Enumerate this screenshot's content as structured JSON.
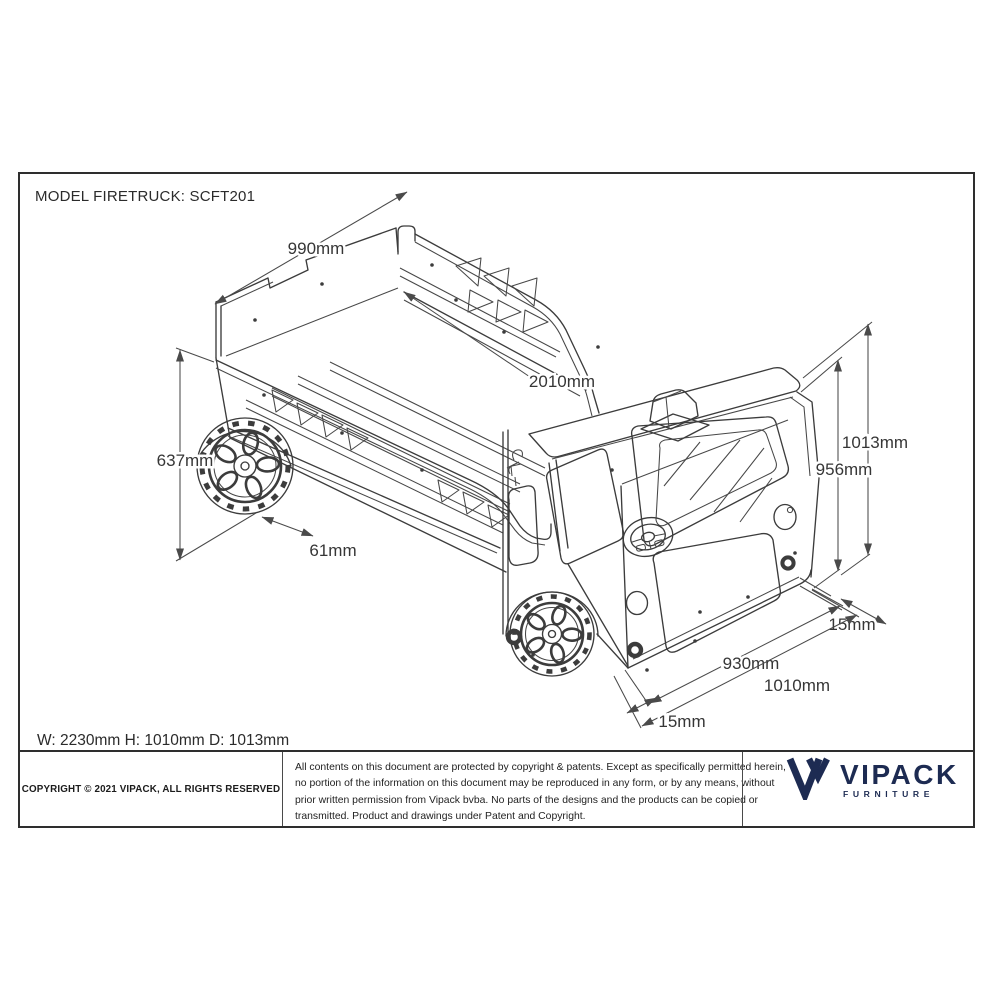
{
  "sheet": {
    "title": "MODEL FIRETRUCK: SCFT201",
    "overall_dimensions": "W: 2230mm H: 1010mm D: 1013mm"
  },
  "drawing": {
    "subject": "firetruck-bed-isometric-technical-drawing",
    "dims": {
      "top_width": "990mm",
      "bed_length": "2010mm",
      "side_height": "637mm",
      "wheel_protrusion": "61mm",
      "total_height": "1013mm",
      "cab_height": "956mm",
      "gap_top": "15mm",
      "front_inner_width": "930mm",
      "front_outer_width": "1010mm",
      "gap_bottom": "15mm"
    }
  },
  "footer": {
    "copyright": "COPYRIGHT  © 2021 VIPACK, ALL RIGHTS RESERVED",
    "legal": {
      "line1": "All contents on this document are protected by copyright & patents. Except as specifically permitted herein,",
      "line2": "no portion of the information on this document may be reproduced in any form, or by any means, without",
      "line3": "prior written permission from Vipack bvba. No parts of the designs and the products can be copied or",
      "line4": "transmitted. Product and drawings under Patent and Copyright."
    },
    "brand": {
      "name": "VIPACK",
      "tagline": "FURNITURE"
    }
  },
  "colors": {
    "line": "#3c3c3c",
    "brand_navy": "#1d2b52",
    "background": "#ffffff"
  }
}
